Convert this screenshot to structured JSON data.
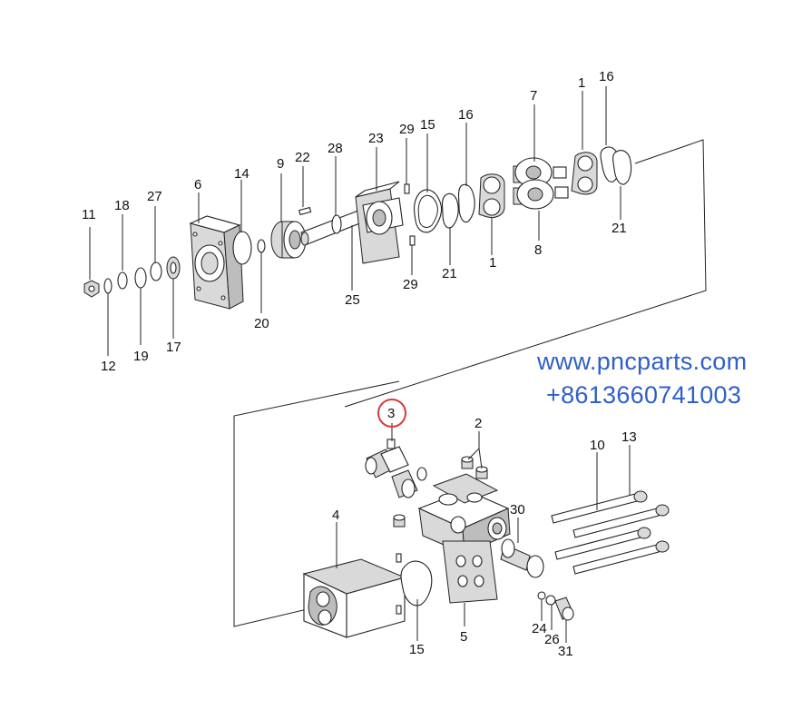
{
  "watermark": {
    "url": "www.pncparts.com",
    "phone": "+8613660741003"
  },
  "callouts": {
    "upper": {
      "n11": "11",
      "n18": "18",
      "n27": "27",
      "n6": "6",
      "n14": "14",
      "n9": "9",
      "n22": "22",
      "n28": "28",
      "n23": "23",
      "n29a": "29",
      "n15": "15",
      "n16a": "16",
      "n7": "7",
      "n1a": "1",
      "n16b": "16",
      "n12": "12",
      "n19": "19",
      "n17": "17",
      "n20": "20",
      "n25": "25",
      "n29b": "29",
      "n21a": "21",
      "n1b": "1",
      "n8": "8",
      "n21b": "21"
    },
    "lower": {
      "n3": "3",
      "n2": "2",
      "n10": "10",
      "n13": "13",
      "n30": "30",
      "n4": "4",
      "n15": "15",
      "n5": "5",
      "n24": "24",
      "n26": "26",
      "n31": "31"
    },
    "highlight_color": "#d93a3a"
  }
}
